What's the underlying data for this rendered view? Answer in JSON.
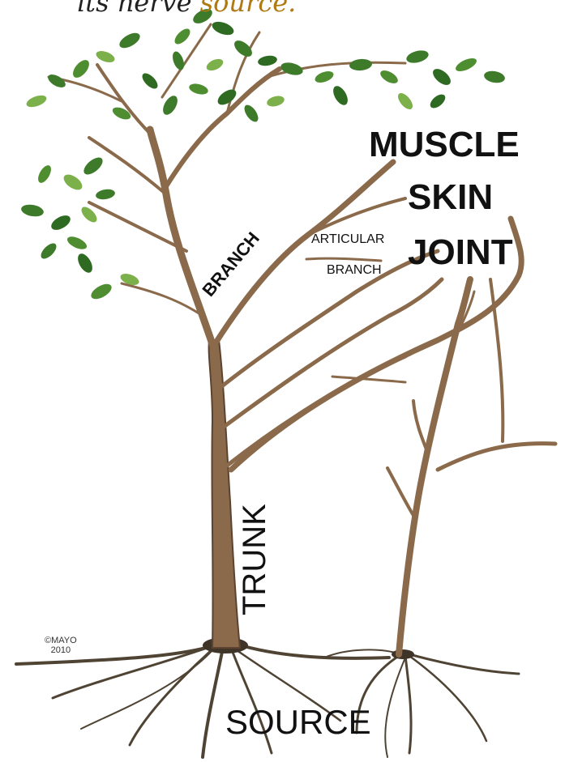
{
  "caption": {
    "text": "its nerve",
    "accent_text": "source."
  },
  "labels": {
    "muscle": "MUSCLE",
    "skin": "SKIN",
    "joint": "JOINT",
    "articular": "ARTICULAR",
    "articular_branch": "BRANCH",
    "branch": "BRANCH",
    "trunk": "TRUNK",
    "source": "SOURCE"
  },
  "copyright": {
    "owner": "©MAYO",
    "year": "2010"
  },
  "colors": {
    "bark": "#8a6a4a",
    "bark_dark": "#5c4330",
    "root": "#4f4434",
    "leaf": "#3d7a2a",
    "leaf_light": "#7cb04a",
    "caption_accent": "#b07a12"
  }
}
